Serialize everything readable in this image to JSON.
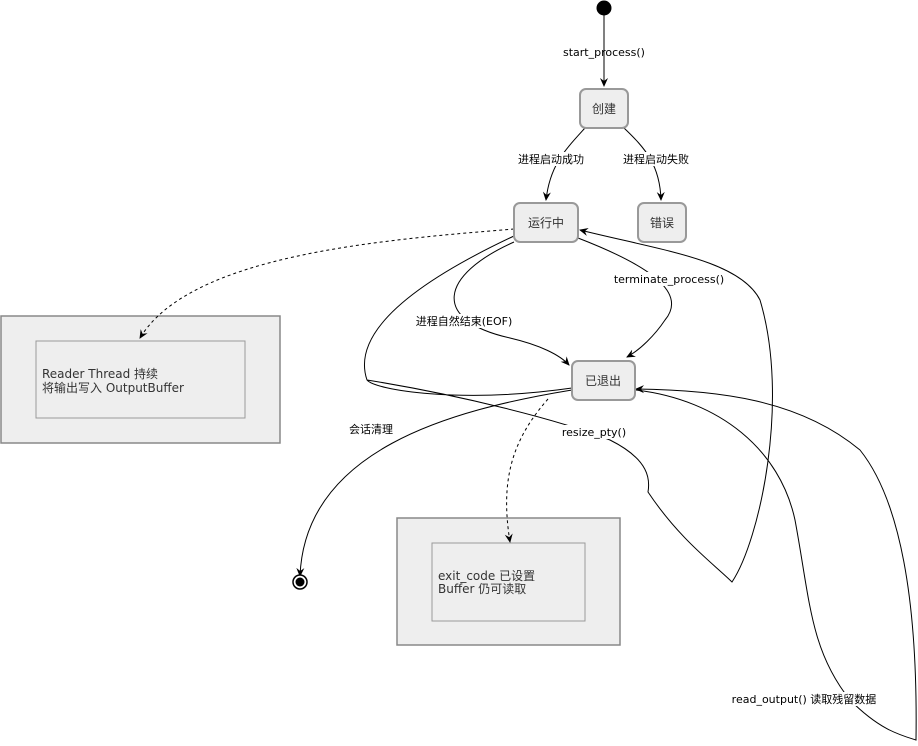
{
  "states": {
    "created": "创建",
    "running": "运行中",
    "error": "错误",
    "exited": "已退出"
  },
  "transitions": {
    "start": "start_process()",
    "launch_ok": "进程启动成功",
    "launch_fail": "进程启动失败",
    "terminate": "terminate_process()",
    "natural_end": "进程自然结束(EOF)",
    "cleanup": "会话清理",
    "resize": "resize_pty()",
    "read_output": "read_output() 读取残留数据"
  },
  "notes": {
    "reader": [
      "Reader Thread 持续",
      "将输出写入 OutputBuffer"
    ],
    "exit": [
      "exit_code 已设置",
      "Buffer 仍可读取"
    ]
  }
}
